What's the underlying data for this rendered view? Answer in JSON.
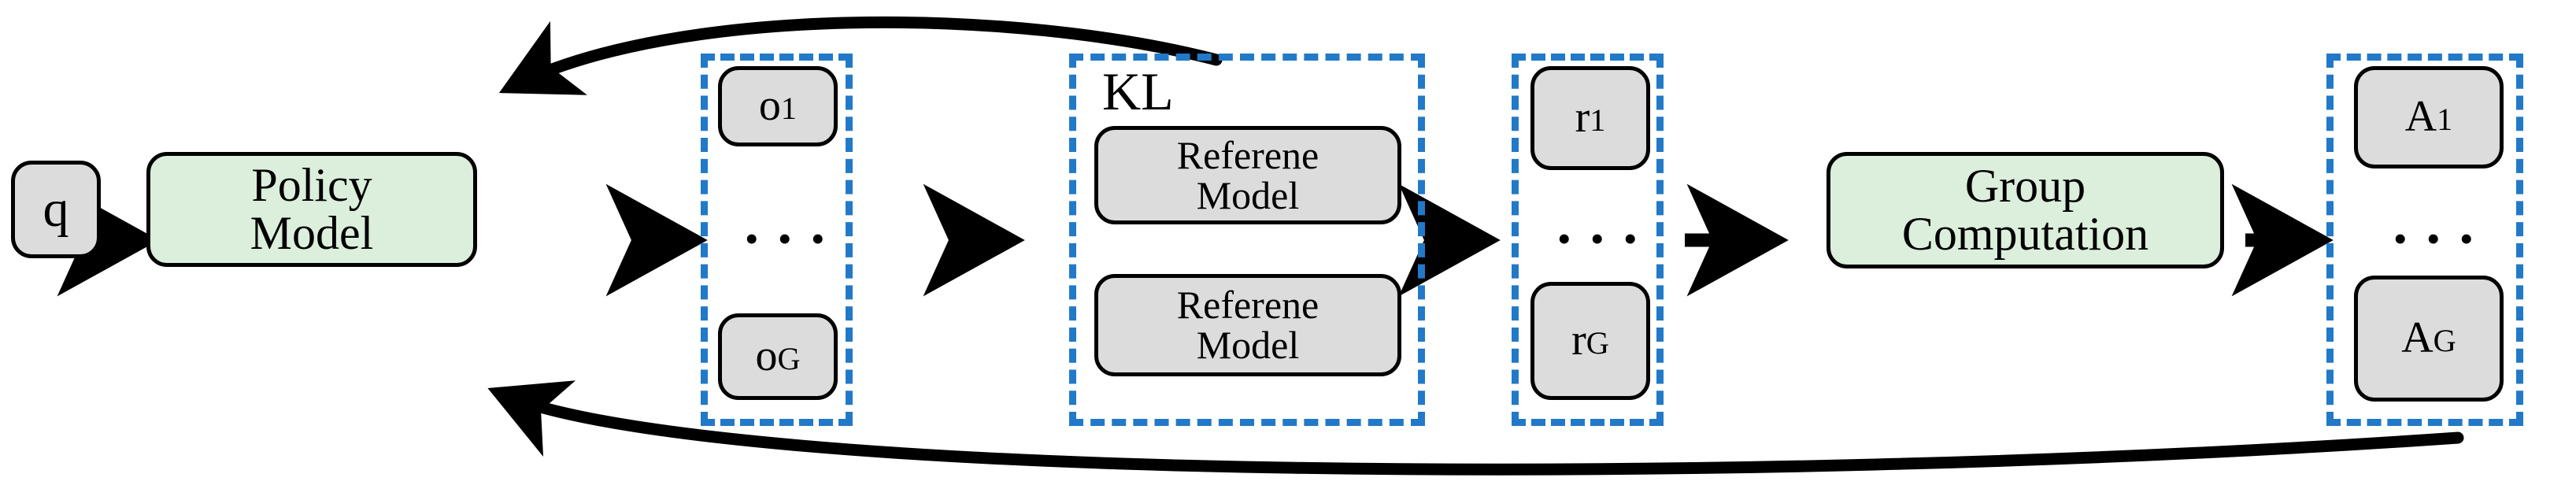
{
  "diagram": {
    "title": "GRPO pipeline diagram",
    "colors": {
      "gray_fill": "#dcdcdc",
      "green_fill": "#dceedc",
      "stroke": "#000000",
      "dashed_group": "#2279c8",
      "background": "#ffffff"
    },
    "nodes": {
      "query": {
        "label": "q",
        "fill": "gray"
      },
      "policy_model": {
        "label": "Policy\nModel",
        "line1": "Policy",
        "line2": "Model",
        "fill": "green"
      },
      "output_1": {
        "label": "o1",
        "base": "o",
        "subscript": "1",
        "fill": "gray"
      },
      "output_g": {
        "label": "oG",
        "base": "o",
        "subscript": "G",
        "fill": "gray"
      },
      "reference_model_1": {
        "line1": "Referene",
        "line2": "Model",
        "fill": "gray"
      },
      "reference_model_2": {
        "line1": "Referene",
        "line2": "Model",
        "fill": "gray"
      },
      "reward_1": {
        "label": "r1",
        "base": "r",
        "subscript": "1",
        "fill": "gray"
      },
      "reward_g": {
        "label": "rG",
        "base": "r",
        "subscript": "G",
        "fill": "gray"
      },
      "group_computation": {
        "line1": "Group",
        "line2": "Computation",
        "fill": "green"
      },
      "advantage_1": {
        "label": "A1",
        "base": "A",
        "subscript": "1",
        "fill": "gray"
      },
      "advantage_g": {
        "label": "AG",
        "base": "A",
        "subscript": "G",
        "fill": "gray"
      }
    },
    "groups": {
      "outputs_group": {
        "label": ""
      },
      "kl_group": {
        "label": "KL"
      },
      "rewards_group": {
        "label": ""
      },
      "advantages_group": {
        "label": ""
      }
    },
    "ellipses": {
      "outputs": "• • •",
      "rewards": "• • •",
      "advantages": "• • •"
    },
    "edges": [
      {
        "name": "q-to-policy",
        "from": "query",
        "to": "policy_model",
        "style": "straight-arrow"
      },
      {
        "name": "policy-to-outputs",
        "from": "policy_model",
        "to": "outputs_group",
        "style": "straight-arrow"
      },
      {
        "name": "outputs-to-kl",
        "from": "outputs_group",
        "to": "kl_group",
        "style": "straight-arrow"
      },
      {
        "name": "kl-to-rewards",
        "from": "kl_group",
        "to": "rewards_group",
        "style": "straight-arrow"
      },
      {
        "name": "rewards-to-group-computation",
        "from": "rewards_group",
        "to": "group_computation",
        "style": "straight-arrow"
      },
      {
        "name": "group-computation-to-advantages",
        "from": "group_computation",
        "to": "advantages_group",
        "style": "straight-arrow"
      },
      {
        "name": "kl-feedback-to-policy",
        "from": "kl_group",
        "to": "policy_model",
        "style": "curved-arrow-top"
      },
      {
        "name": "advantages-feedback-to-policy",
        "from": "advantages_group",
        "to": "policy_model",
        "style": "curved-arrow-bottom"
      }
    ]
  }
}
